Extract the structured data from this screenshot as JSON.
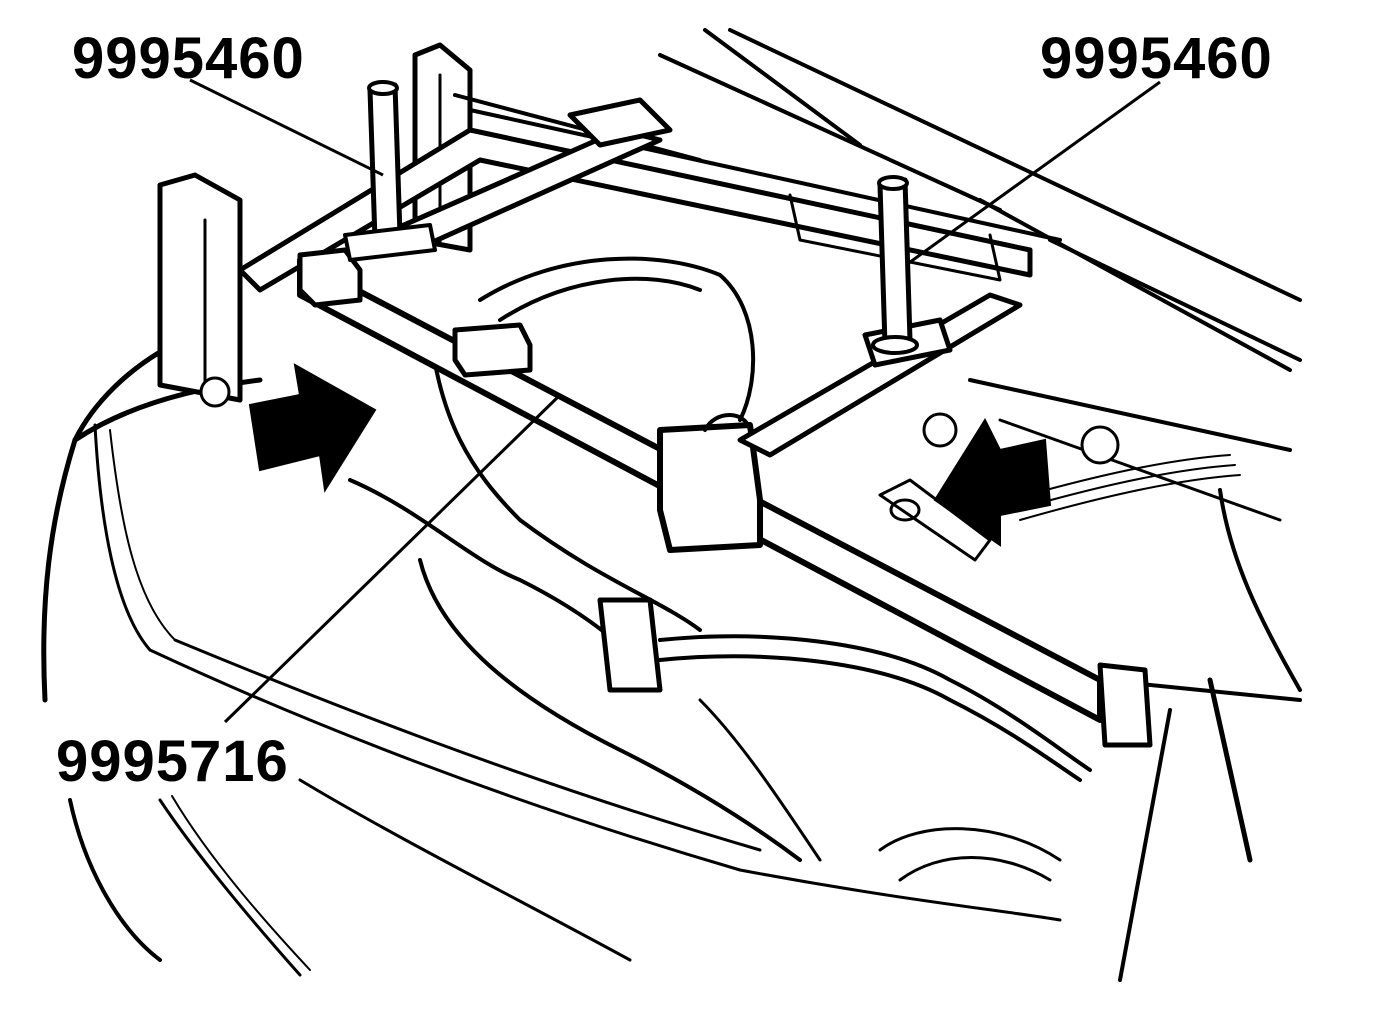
{
  "callouts": {
    "top_left": "9995460",
    "top_right": "9995460",
    "bottom_left": "9995716"
  },
  "colors": {
    "ink": "#000000",
    "paper": "#ffffff"
  }
}
